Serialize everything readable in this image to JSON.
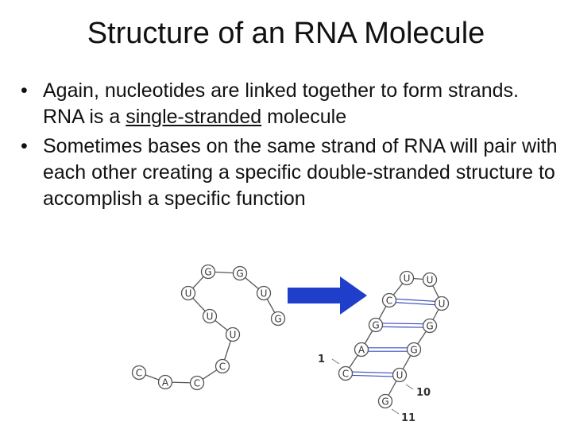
{
  "slide": {
    "title": "Structure of an RNA Molecule",
    "bullet1": {
      "before": "Again, nucleotides are linked together to form strands. RNA is a ",
      "underlined": "single-stranded",
      "after": " molecule"
    },
    "bullet2": "Sometimes bases on the same strand of RNA will pair with each other creating a specific double-stranded structure to accomplish a specific function",
    "bullet_char": "•"
  },
  "figure": {
    "linear_strand": [
      "C",
      "A",
      "C",
      "C",
      "U",
      "U",
      "U",
      "G",
      "G",
      "U",
      "G"
    ],
    "folded_strand": [
      "A",
      "C",
      "G",
      "C",
      "U",
      "U",
      "U",
      "G",
      "G",
      "U",
      "G"
    ],
    "number_labels": [
      "1",
      "10",
      "11"
    ],
    "colors": {
      "arrow": "#1f3ec9",
      "pair_line": "#3a4cc0",
      "node_stroke": "#555555"
    }
  }
}
